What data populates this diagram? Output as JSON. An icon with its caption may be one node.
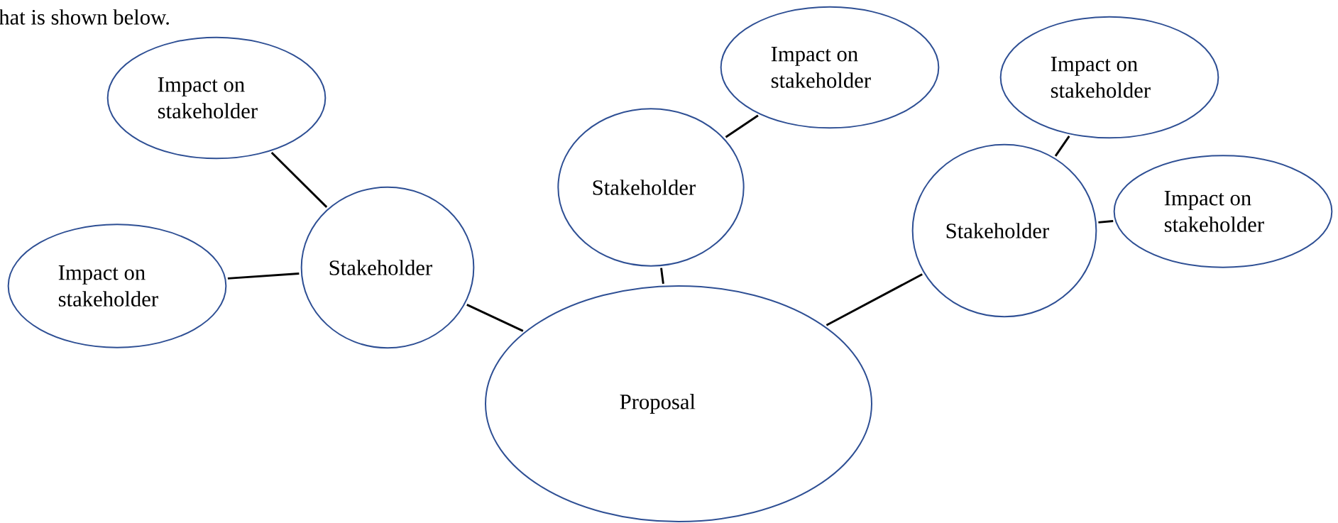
{
  "diagram": {
    "nodes": [
      {
        "text": [
          "Impact on stakeholder"
        ]
      },
      {
        "text": [
          "Impact on stakeholder"
        ]
      },
      {
        "text": [
          "Impact on stakeholder"
        ]
      },
      {
        "text": [
          "Stakeholder"
        ]
      },
      {
        "text": [
          "Stakeholder"
        ]
      },
      {
        "text": [
          "Impact on stakeholder"
        ]
      },
      {
        "text": [
          "Stakeholder"
        ]
      },
      {
        "text": [
          "Impact on stakeholder"
        ]
      },
      {
        "text": [
          "Proposal"
        ]
      }
    ],
    "edges": [
      {
        "from": 6,
        "to": 0,
        "arrow": "none"
      },
      {
        "from": 6,
        "to": 7,
        "arrow": "none"
      },
      {
        "from": 6,
        "to": 8,
        "arrow": "none"
      },
      {
        "from": 3,
        "to": 1,
        "arrow": "none"
      },
      {
        "from": 3,
        "to": 8,
        "arrow": "none"
      },
      {
        "from": 4,
        "to": 2,
        "arrow": "none"
      },
      {
        "from": 4,
        "to": 5,
        "arrow": "none"
      },
      {
        "from": 4,
        "to": 8,
        "arrow": "none"
      }
    ],
    "labels": [
      "hat is shown below."
    ]
  }
}
